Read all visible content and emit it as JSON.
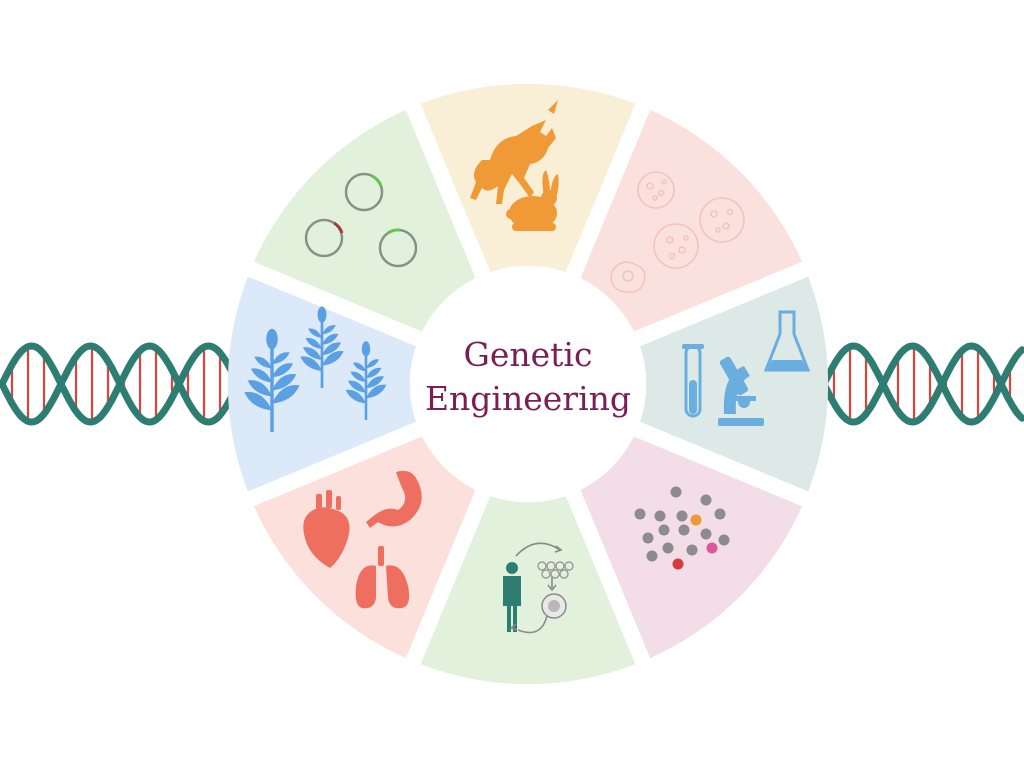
{
  "title": {
    "line1": "Genetic",
    "line2": "Engineering"
  },
  "colors": {
    "title": "#7a1f55",
    "dna_backbone": "#2e7d72",
    "dna_rungs": "#d8453a",
    "segments": [
      "#f9eed6",
      "#fbe1dd",
      "#dde9e6",
      "#f3dde7",
      "#e2f1dc",
      "#fbe0dc",
      "#dce9f9",
      "#e2f1dc"
    ]
  },
  "segments": [
    {
      "topic": "animals",
      "icons": [
        "unicorn-icon",
        "rabbit-icon"
      ],
      "icon_color": "#ef9a36"
    },
    {
      "topic": "cells",
      "icons": [
        "cell-icon"
      ],
      "icon_color": "#f2c9c3"
    },
    {
      "topic": "laboratory",
      "icons": [
        "test-tube-icon",
        "microscope-icon",
        "flask-icon"
      ],
      "icon_color": "#6aaee0"
    },
    {
      "topic": "molecules",
      "icons": [
        "molecule-dot-icon"
      ],
      "icon_color": "#8c8c8c"
    },
    {
      "topic": "gene-therapy",
      "icons": [
        "person-icon",
        "cycle-arrow-icon"
      ],
      "icon_color": "#2e7d72"
    },
    {
      "topic": "organs",
      "icons": [
        "heart-icon",
        "stomach-icon",
        "lungs-icon"
      ],
      "icon_color": "#ee6f5f"
    },
    {
      "topic": "plants",
      "icons": [
        "plant-icon"
      ],
      "icon_color": "#5aa0e3"
    },
    {
      "topic": "plasmids",
      "icons": [
        "plasmid-icon"
      ],
      "icon_color": "#8a8f8a"
    }
  ]
}
